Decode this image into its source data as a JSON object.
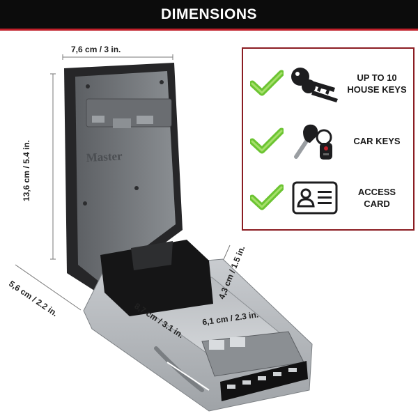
{
  "header": {
    "title": "DIMENSIONS",
    "bg": "#0c0c0c",
    "accent": "#c0202a"
  },
  "dimensions": {
    "width": "7,6 cm / 3 in.",
    "height": "13,6 cm / 5.4 in.",
    "depth": "5,6 cm / 2.2 in.",
    "inner_depth": "4,3 cm / 1.5 in.",
    "inner_height": "8,7 cm / 3.1 in.",
    "inner_width": "6,1 cm / 2.3 in."
  },
  "product": {
    "brand_mark": "Master"
  },
  "panel": {
    "border_color": "#8b1c22",
    "check_color": "#6cc432",
    "features": [
      {
        "icon": "house-keys-icon",
        "lines": [
          "UP TO 10",
          "HOUSE KEYS"
        ]
      },
      {
        "icon": "car-key-icon",
        "lines": [
          "CAR KEYS"
        ]
      },
      {
        "icon": "access-card-icon",
        "lines": [
          "ACCESS",
          "CARD"
        ]
      }
    ]
  }
}
